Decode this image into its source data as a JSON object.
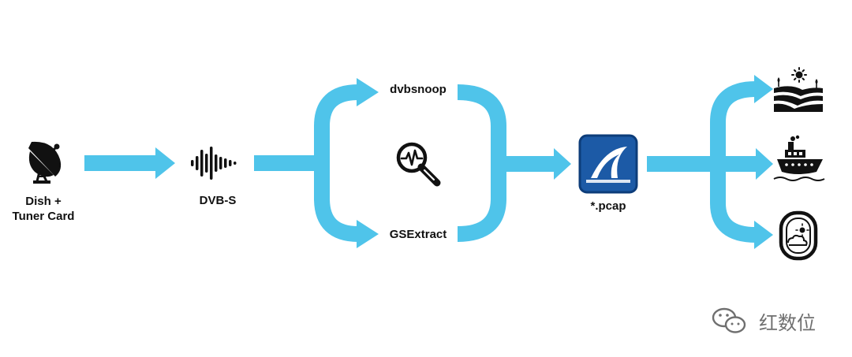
{
  "colors": {
    "flow": "#4fc4ea",
    "icon": "#111111",
    "pcap_bg": "#1c5aa6",
    "pcap_border": "#0d3d7a",
    "watermark": "#6f6f6f"
  },
  "nodes": {
    "dish": {
      "label_line1": "Dish +",
      "label_line2": "Tuner Card",
      "icon": "satellite-dish-icon"
    },
    "dvbs": {
      "label": "DVB-S",
      "icon": "sound-wave-icon"
    },
    "dvbsnoop": {
      "label": "dvbsnoop"
    },
    "analyze": {
      "icon": "magnifier-waveform-icon"
    },
    "gsextract": {
      "label": "GSExtract"
    },
    "pcap": {
      "label": "*.pcap",
      "icon": "wireshark-fin-icon"
    },
    "outputs": [
      {
        "icon": "farm-field-icon"
      },
      {
        "icon": "ship-icon"
      },
      {
        "icon": "airplane-window-icon"
      }
    ]
  },
  "watermark": {
    "text": "红数位",
    "icon": "wechat-icon"
  }
}
